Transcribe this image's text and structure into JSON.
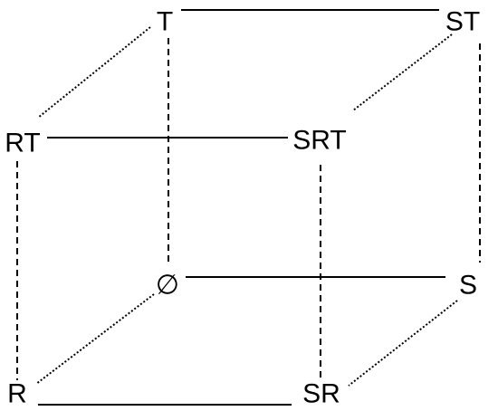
{
  "diagram": {
    "nodes": {
      "top_back": "T",
      "top_back_right": "ST",
      "top_front": "RT",
      "top_front_right": "SRT",
      "bottom_back": "∅",
      "bottom_back_right": "S",
      "bottom_front": "R",
      "bottom_front_right": "SR"
    },
    "edge_styles": {
      "solid": "horizontal edges",
      "dashed": "vertical edges",
      "dotted": "depth edges"
    }
  }
}
